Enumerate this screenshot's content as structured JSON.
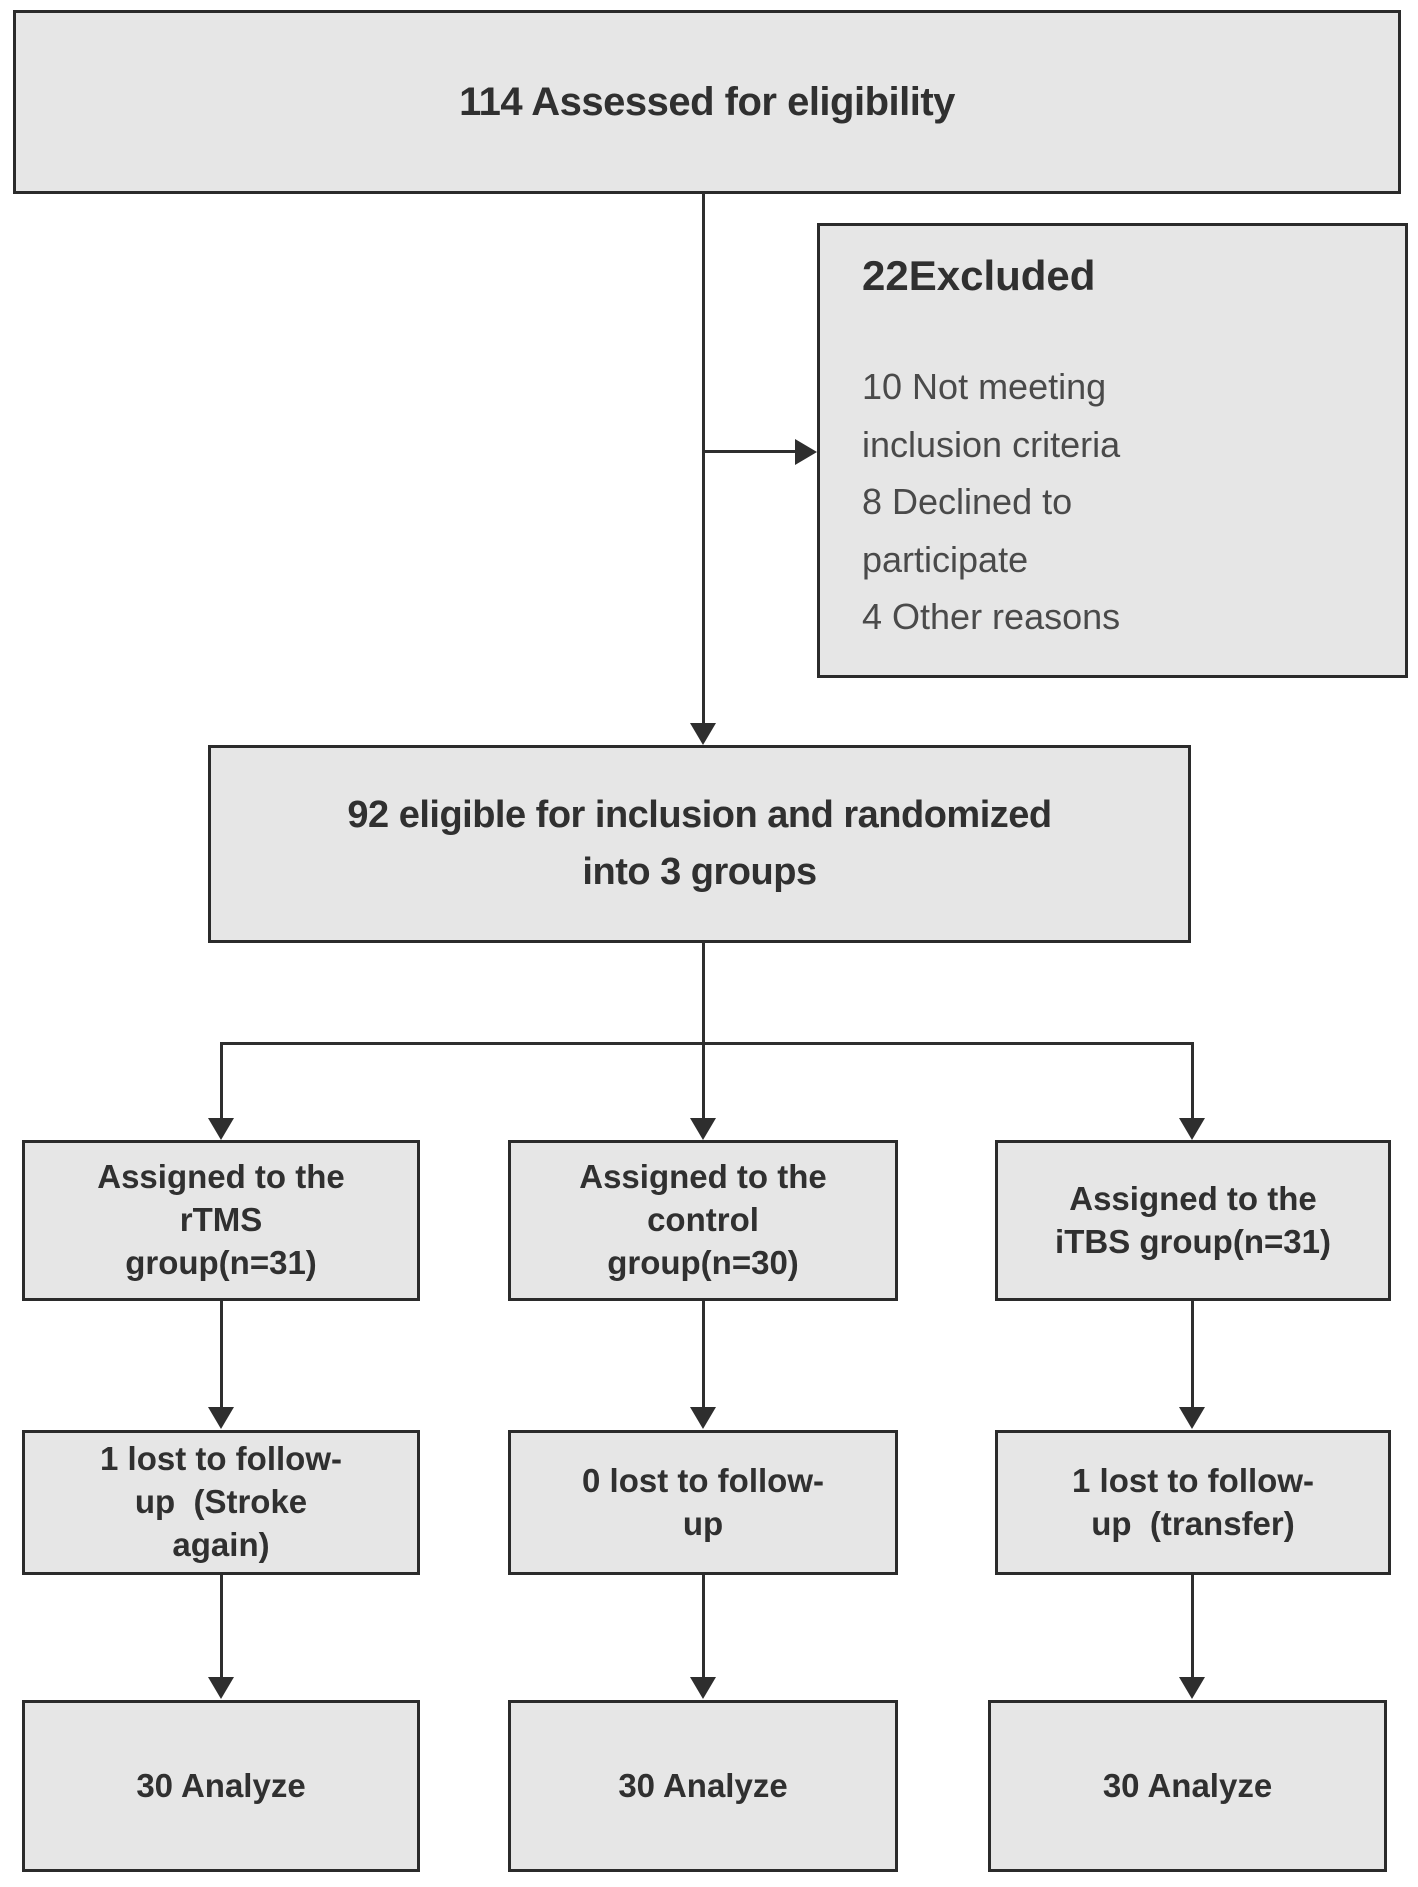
{
  "diagram": {
    "type": "flowchart",
    "colors": {
      "background": "#ffffff",
      "box_fill": "#e6e6e6",
      "box_border": "#2b2b2b",
      "text_bold": "#303030",
      "text_regular": "#4a4a4a",
      "connector": "#2e2e2e"
    },
    "boxes": {
      "assessed": {
        "text": "114 Assessed for eligibility"
      },
      "excluded": {
        "heading": "22Excluded",
        "lines": [
          "10 Not meeting",
          "inclusion criteria",
          "8 Declined to",
          "participate",
          "4 Other reasons"
        ]
      },
      "randomized": {
        "lines": [
          "92 eligible for inclusion and randomized",
          "into 3 groups"
        ]
      },
      "assigned": [
        {
          "lines": [
            "Assigned to the",
            "rTMS",
            "group(n=31)"
          ]
        },
        {
          "lines": [
            "Assigned to the",
            "control",
            "group(n=30)"
          ]
        },
        {
          "lines": [
            "Assigned to the",
            "iTBS group(n=31)"
          ]
        }
      ],
      "lost": [
        {
          "lines": [
            "1 lost to follow-",
            "up  (Stroke",
            "again)"
          ]
        },
        {
          "lines": [
            "0 lost to follow-",
            "up"
          ]
        },
        {
          "lines": [
            "1 lost to follow-",
            "up  (transfer)"
          ]
        }
      ],
      "analyzed": [
        {
          "text": "30 Analyze"
        },
        {
          "text": "30 Analyze"
        },
        {
          "text": "30 Analyze"
        }
      ]
    }
  }
}
